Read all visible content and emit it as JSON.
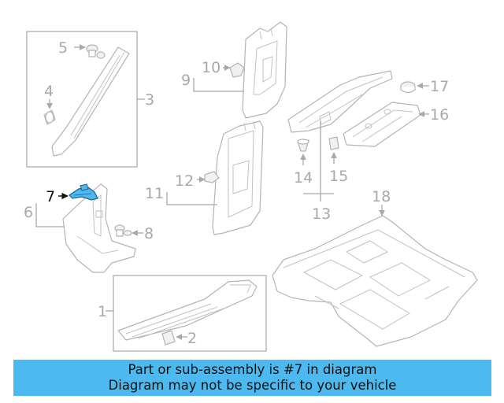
{
  "diagram": {
    "callouts": [
      "1",
      "2",
      "3",
      "4",
      "5",
      "6",
      "7",
      "8",
      "9",
      "10",
      "11",
      "12",
      "13",
      "14",
      "15",
      "16",
      "17",
      "18"
    ],
    "highlighted_callout": "7",
    "highlight_color": "#4cb9f0",
    "line_color": "#a9a9a9"
  },
  "banner": {
    "line1": "Part or sub-assembly is #7 in diagram",
    "line2": "Diagram may not be specific to your vehicle",
    "background": "#4cb9f0"
  }
}
